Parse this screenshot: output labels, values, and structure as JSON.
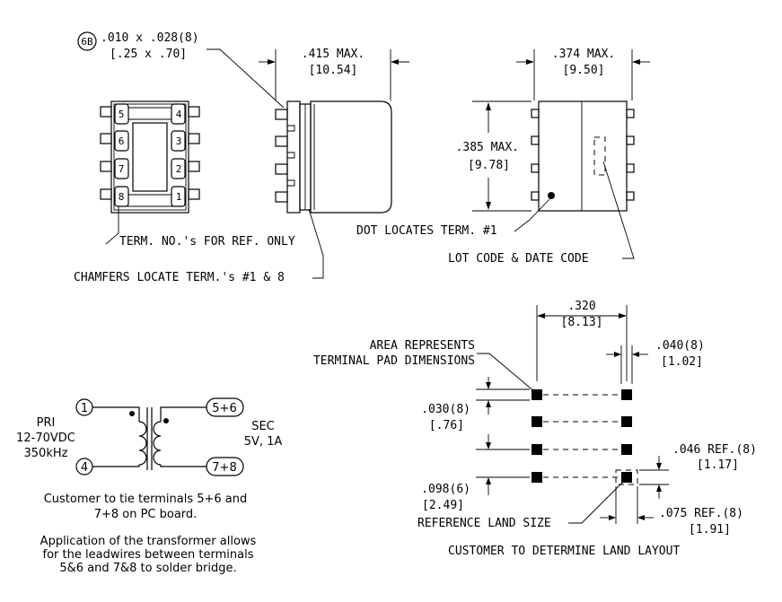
{
  "note_6b": {
    "tag": "6B",
    "in": ".010 x .028(8)",
    "mm": "[.25 x .70]"
  },
  "side_view": {
    "width_in": ".415 MAX.",
    "width_mm": "[10.54]"
  },
  "end_view": {
    "width_in": ".374 MAX.",
    "width_mm": "[9.50]",
    "height_in": ".385 MAX.",
    "height_mm": "[9.78]"
  },
  "top_view": {
    "pins_right": [
      "4",
      "3",
      "2",
      "1"
    ],
    "pins_left": [
      "5",
      "6",
      "7",
      "8"
    ]
  },
  "notes": {
    "term_no": "TERM. NO.'s FOR REF. ONLY",
    "chamfers": "CHAMFERS LOCATE TERM.'s #1 & 8",
    "dot": "DOT LOCATES TERM. #1",
    "lot_code": "LOT CODE & DATE CODE"
  },
  "land_pattern": {
    "pitch_x_in": ".320",
    "pitch_x_mm": "[8.13]",
    "pad_w_in": ".040(8)",
    "pad_w_mm": "[1.02]",
    "area_line1": "AREA REPRESENTS",
    "area_line2": "TERMINAL PAD DIMENSIONS",
    "pad_h_in": ".030(8)",
    "pad_h_mm": "[.76]",
    "pitch_y_in": ".098(6)",
    "pitch_y_mm": "[2.49]",
    "ref_h_in": ".046 REF.(8)",
    "ref_h_mm": "[1.17]",
    "ref_w_in": ".075 REF.(8)",
    "ref_w_mm": "[1.91]",
    "ref_land": "REFERENCE LAND SIZE",
    "customer": "CUSTOMER TO DETERMINE LAND LAYOUT"
  },
  "schematic": {
    "term_1": "1",
    "term_4": "4",
    "term_56": "5+6",
    "term_78": "7+8",
    "pri_1": "PRI",
    "pri_2": "12-70VDC",
    "pri_3": "350kHz",
    "sec_1": "SEC",
    "sec_2": "5V, 1A",
    "note1_1": "Customer to tie terminals 5+6 and",
    "note1_2": "7+8 on PC board.",
    "note2_1": "Application of the transformer allows",
    "note2_2": "for the leadwires between terminals",
    "note2_3": "5&6 and 7&8 to solder bridge."
  }
}
